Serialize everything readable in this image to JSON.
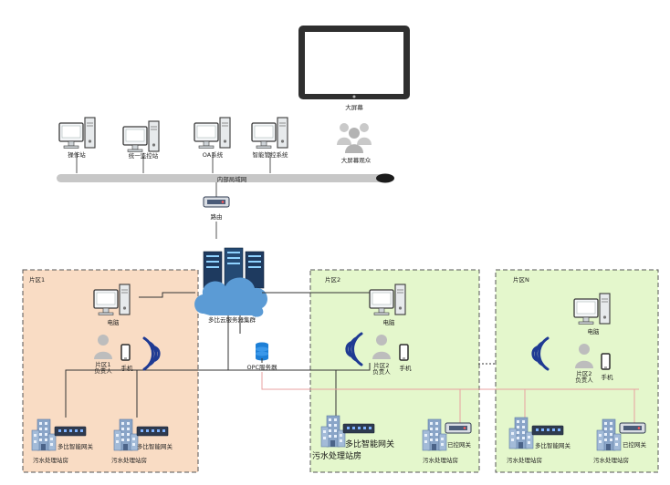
{
  "top": {
    "big_screen_label": "大屏幕",
    "big_screen_viewers_label": "大屏幕观众"
  },
  "terminals": [
    {
      "label": "操作站"
    },
    {
      "label": "统一监控站"
    },
    {
      "label": "OA系统"
    },
    {
      "label": "智能管控系统"
    }
  ],
  "intranet_label": "内部局域网",
  "router_label": "路由",
  "cloud_label": "多比云服务器集群",
  "opc_label": "OPC服务器",
  "zones": [
    {
      "title": "片区1",
      "computer_label": "电脑",
      "person_label": "片区1\n负责人",
      "phone_label": "手机",
      "stations": [
        {
          "station_label": "污水处理站房",
          "gateway_label": "多比智能网关"
        },
        {
          "station_label": "污水处理站房",
          "gateway_label": "多比智能网关"
        }
      ]
    },
    {
      "title": "片区2",
      "computer_label": "电脑",
      "person_label": "片区2\n负责人",
      "phone_label": "手机",
      "stations": [
        {
          "station_label": "污水处理站房",
          "gateway_label": "多比智能网关"
        },
        {
          "station_label": "污水处理站房",
          "gateway_label": "已控网关"
        }
      ]
    },
    {
      "title": "片区N",
      "computer_label": "电脑",
      "person_label": "片区2\n负责人",
      "phone_label": "手机",
      "stations": [
        {
          "station_label": "污水处理站房",
          "gateway_label": "多比智能网关"
        },
        {
          "station_label": "污水处理站房",
          "gateway_label": "已控网关"
        }
      ]
    }
  ],
  "colors": {
    "zone1_fill": "#f9dcc4",
    "zone2_fill": "#e4f7cc",
    "zone_border": "#555555",
    "bus": "#c7c7c7",
    "link_red": "#e8a0a0",
    "link_black": "#333333",
    "cloud": "#5b9bd5",
    "monitor_stroke": "#3a3a3a",
    "wifi": "#1f3a93"
  }
}
